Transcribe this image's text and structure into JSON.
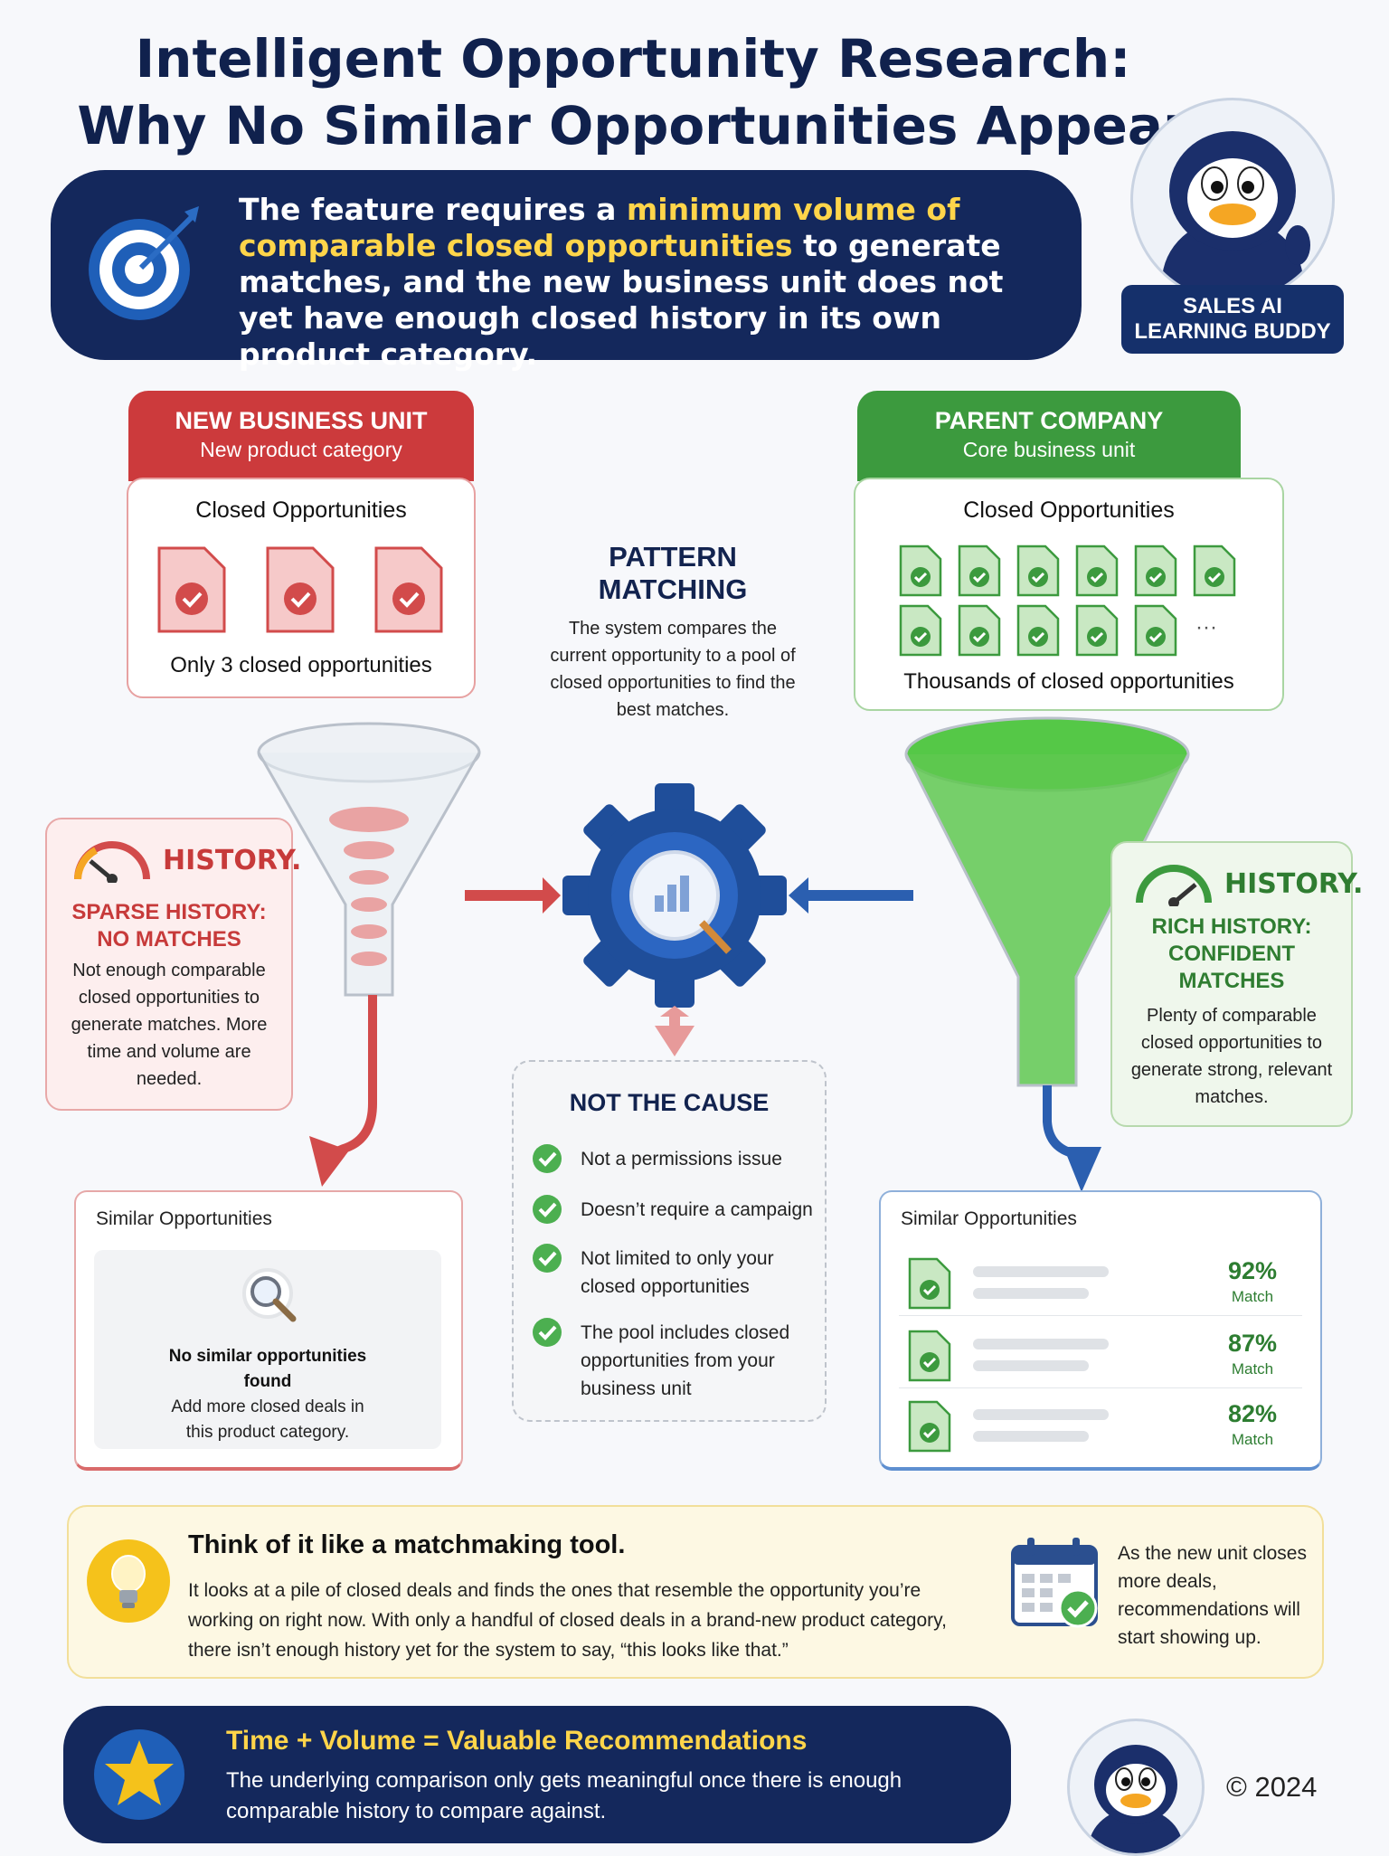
{
  "title": {
    "line1": "Intelligent Opportunity Research:",
    "line2": "Why No Similar Opportunities Appear"
  },
  "banner": {
    "text_pre": "The feature requires a ",
    "text_highlight": "minimum volume of comparable closed opportunities",
    "text_post": " to generate matches, and the new business unit does not yet have enough closed history in its own product category.",
    "icon": "target-icon"
  },
  "mascot": {
    "label_line1": "SALES AI",
    "label_line2": "LEARNING BUDDY",
    "icon": "penguin-mascot-icon"
  },
  "new_unit": {
    "header": "NEW BUSINESS UNIT",
    "subheader": "New product category",
    "box_title": "Closed Opportunities",
    "doc_count": 3,
    "footer": "Only 3 closed opportunities"
  },
  "parent": {
    "header": "PARENT COMPANY",
    "subheader": "Core business unit",
    "box_title": "Closed Opportunities",
    "ellipsis": "···",
    "footer": "Thousands of closed opportunities"
  },
  "pattern": {
    "title_line1": "PATTERN",
    "title_line2": "MATCHING",
    "desc": "The system compares the current opportunity to a pool of closed opportunities to find the best matches."
  },
  "sparse": {
    "badge": "HISTORY.",
    "title_line1": "SPARSE HISTORY:",
    "title_line2": "NO MATCHES",
    "desc": "Not enough comparable closed opportunities to generate matches. More time and volume are needed."
  },
  "rich": {
    "badge": "HISTORY.",
    "title_line1": "RICH HISTORY:",
    "title_line2": "CONFIDENT",
    "title_line3": "MATCHES",
    "desc": "Plenty of comparable closed opportunities to generate strong, relevant matches."
  },
  "not_cause": {
    "title": "NOT THE CAUSE",
    "items": [
      "Not a permissions issue",
      "Doesn’t require a campaign",
      "Not limited to only your closed opportunities",
      "The pool includes closed opportunities from your business unit"
    ]
  },
  "similar_left": {
    "title": "Similar Opportunities",
    "empty_title": "No similar opportunities found",
    "empty_sub": "Add more closed deals in this product category."
  },
  "similar_right": {
    "title": "Similar Opportunities",
    "matches": [
      {
        "pct": "92%",
        "label": "Match"
      },
      {
        "pct": "87%",
        "label": "Match"
      },
      {
        "pct": "82%",
        "label": "Match"
      }
    ]
  },
  "tip": {
    "title": "Think of it like a matchmaking tool.",
    "body": "It looks at a pile of closed deals and finds the ones that resemble the opportunity you’re working on right now. With only a handful of closed deals in a brand-new product category, there isn’t enough history yet for the system to say, “this looks like that.”",
    "side": "As the new unit closes more deals, recommendations will start showing up."
  },
  "footer": {
    "title": "Time + Volume = Valuable Recommendations",
    "body": "The underlying comparison only gets meaningful once there is enough comparable history to compare against."
  },
  "copyright": "© 2024",
  "colors": {
    "navy": "#14285c",
    "red": "#cc3a3c",
    "green": "#3c9a3e",
    "yellow": "#ffd54a"
  }
}
